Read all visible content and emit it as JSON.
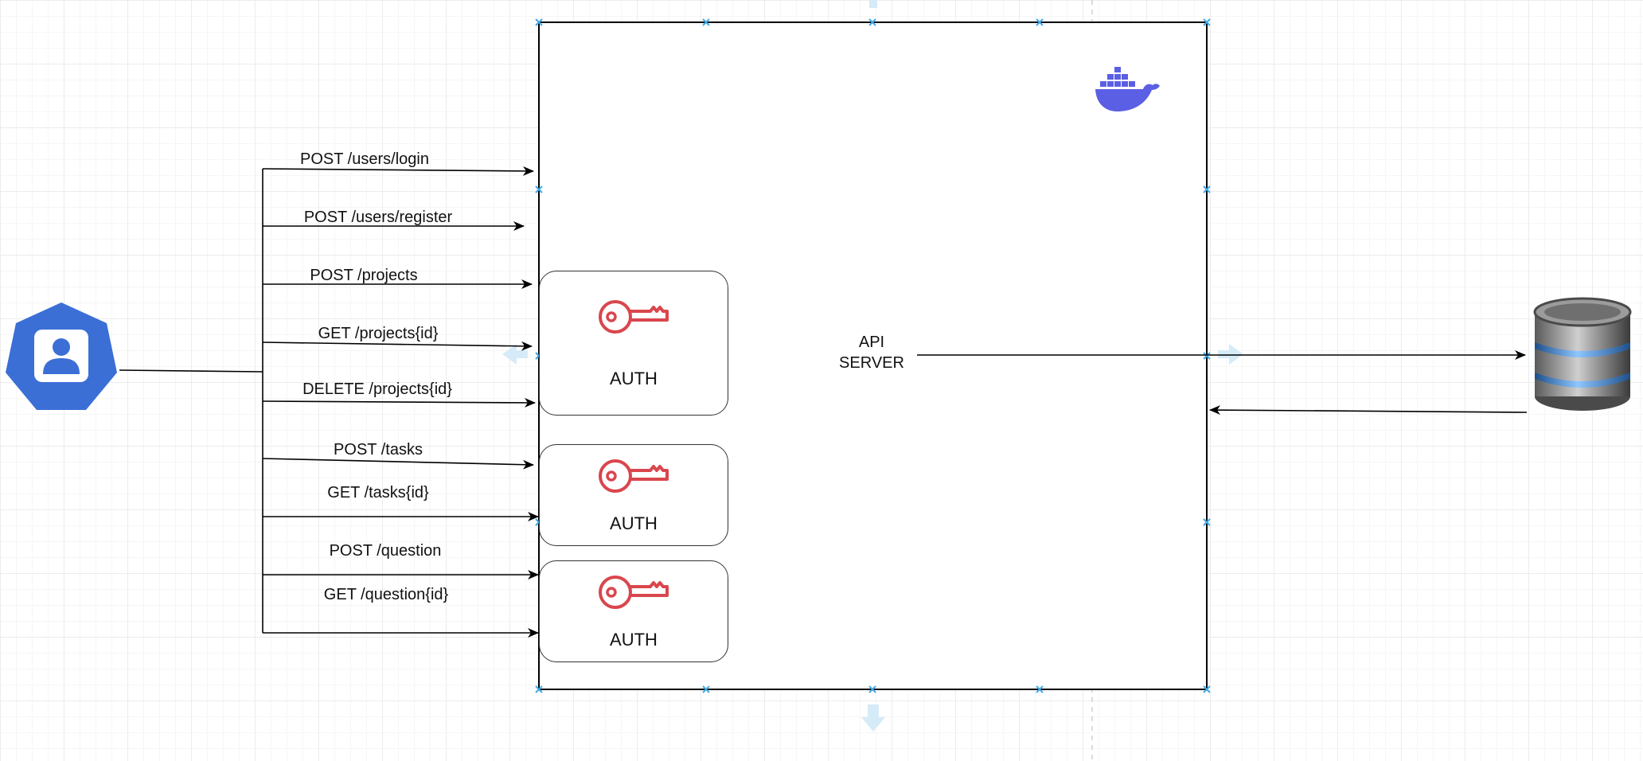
{
  "diagram": {
    "server": {
      "label_line1": "API",
      "label_line2": "SERVER"
    },
    "auth_label": "AUTH",
    "routes": [
      "POST /users/login",
      "POST /users/register",
      "POST /projects",
      "GET /projects{id}",
      "DELETE /projects{id}",
      "POST /tasks",
      "GET /tasks{id}",
      "POST /question",
      "GET /question{id}"
    ]
  },
  "icons": {
    "client": "user-account-icon",
    "container": "docker-whale-icon",
    "database": "database-cylinder-icon",
    "auth": "key-icon"
  },
  "colors": {
    "client_blue": "#3b6fd6",
    "key_red": "#d9464d",
    "docker_purple": "#5b5fe3",
    "handle_blue": "#3fa8e6"
  }
}
